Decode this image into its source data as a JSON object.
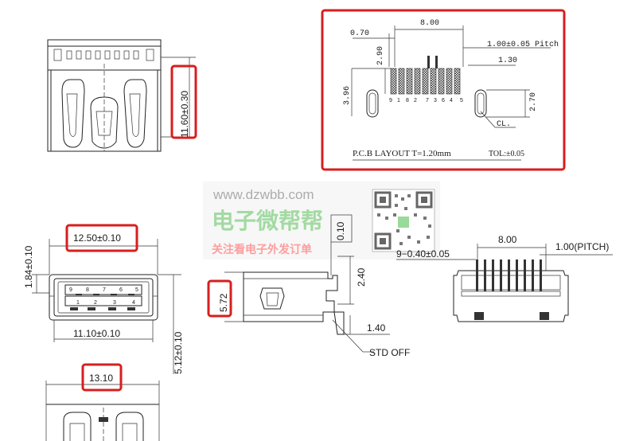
{
  "top_view": {
    "height_dim": "11.60±0.30"
  },
  "pcb_layout": {
    "width_dim": "8.00",
    "left_offset_dim": "0.70",
    "pitch_dim": "1.00±0.05 Pitch",
    "pad_height_dim": "2.90",
    "pad_offset_dim": "1.30",
    "side_height_dim": "3.96",
    "slot_height_dim": "2.70",
    "centerline_label": "CL.",
    "pad_numbers": [
      "9",
      "1",
      "8",
      "2",
      "7",
      "3",
      "6",
      "4",
      "5"
    ],
    "caption": "P.C.B   LAYOUT  T=1.20mm",
    "tolerance": "TOL:±0.05"
  },
  "front_view": {
    "outer_width_dim": "12.50±0.10",
    "inner_width_dim": "11.10±0.10",
    "height_dim": "1.84±0.10",
    "total_height_dim": "5.12±0.10",
    "upper_pins": [
      "9",
      "8",
      "7",
      "6",
      "5"
    ],
    "lower_pins": [
      "1",
      "2",
      "3",
      "4"
    ]
  },
  "side_view": {
    "height_dim": "5.72",
    "top_dim": "0.10",
    "depth_dim": "2.40",
    "foot_dim": "1.40",
    "std_off_label": "STD OFF"
  },
  "rear_view": {
    "width_dim": "8.00",
    "pitch_dim": "1.00(PITCH)",
    "pin_spec_dim": "9−0.40±0.05"
  },
  "bottom_view": {
    "width_dim": "13.10"
  },
  "watermark": {
    "url": "www.dzwbb.com",
    "brand": "电子微帮帮",
    "sub": "关注看电子外发订单"
  },
  "colors": {
    "highlight": "#d81e1e",
    "line": "#222222"
  }
}
